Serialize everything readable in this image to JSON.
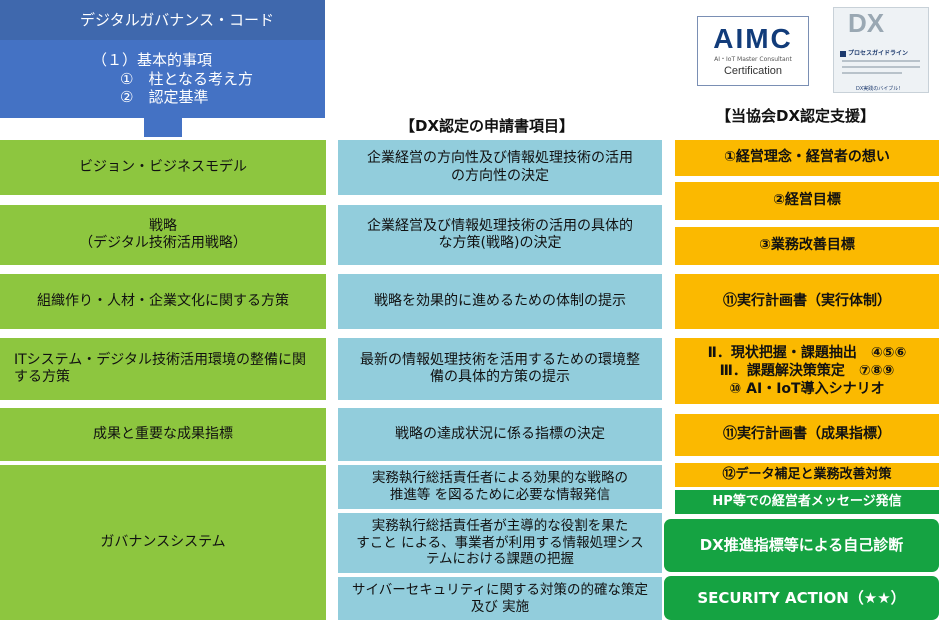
{
  "code_title": "デジタルガバナンス・コード",
  "basic": {
    "line1": "（１）基本的事項",
    "line2": "①　柱となる考え方",
    "line3": "②　認定基準"
  },
  "headers": {
    "application": "【DX認定の申請書項目】",
    "support": "【当協会DX認定支援】"
  },
  "logo": {
    "aimc_text": "AIMC",
    "aimc_sub": "AI・IoT Master Consultant",
    "aimc_cert": "Certification",
    "book_title": "DX",
    "book_sub": "プロセスガイドライン",
    "book_foot": "DX実践のバイブル!"
  },
  "left_items": [
    {
      "lines": [
        "ビジョン・ビジネスモデル"
      ]
    },
    {
      "lines": [
        "戦略",
        "（デジタル技術活用戦略）"
      ]
    },
    {
      "lines": [
        "組織作り・人材・企業文化に関する方策"
      ]
    },
    {
      "lines": [
        "ITシステム・デジタル技術活用環境の整備に関",
        "する方策"
      ]
    },
    {
      "lines": [
        "成果と重要な成果指標"
      ]
    },
    {
      "lines": [
        "ガバナンスシステム"
      ]
    }
  ],
  "middle_items": [
    {
      "lines": [
        "企業経営の方向性及び情報処理技術の活用",
        "の方向性の決定"
      ]
    },
    {
      "lines": [
        "企業経営及び情報処理技術の活用の具体的",
        "な方策(戦略)の決定"
      ]
    },
    {
      "lines": [
        "戦略を効果的に進めるための体制の提示"
      ]
    },
    {
      "lines": [
        "最新の情報処理技術を活用するための環境整",
        "備の具体的方策の提示"
      ]
    },
    {
      "lines": [
        "戦略の達成状況に係る指標の決定"
      ]
    },
    {
      "lines": [
        "実務執行総括責任者による効果的な戦略の",
        "推進等 を図るために必要な情報発信"
      ]
    },
    {
      "lines": [
        "実務執行総括責任者が主導的な役割を果た",
        "すこと による、事業者が利用する情報処理シス",
        "テムにおける課題の把握"
      ]
    },
    {
      "lines": [
        "サイバーセキュリティに関する対策の的確な策定",
        "及び 実施"
      ]
    }
  ],
  "right_items": [
    {
      "lines": [
        "①経営理念・経営者の想い"
      ]
    },
    {
      "lines": [
        "②経営目標"
      ]
    },
    {
      "lines": [
        "③業務改善目標"
      ]
    },
    {
      "lines": [
        "⑪実行計画書（実行体制）"
      ]
    },
    {
      "lines": [
        "Ⅱ．現状把握・課題抽出　④⑤⑥",
        "Ⅲ．課題解決策策定　⑦⑧⑨",
        "⑩ AI・IoT導入シナリオ"
      ]
    },
    {
      "lines": [
        "⑪実行計画書（成果指標）"
      ]
    },
    {
      "lines": [
        "⑫データ補足と業務改善対策"
      ]
    },
    {
      "lines": [
        "HP等での経営者メッセージ発信"
      ]
    },
    {
      "lines": [
        "DX推進指標等による自己診断"
      ]
    },
    {
      "lines": [
        "SECURITY ACTION（★★）"
      ]
    }
  ],
  "colors": {
    "navy": "#3f68ad",
    "blue_navy": "#4472c4",
    "green": "#8dc63f",
    "light_blue": "#92cddc",
    "orange": "#fbb900",
    "dark_green": "#15a342"
  }
}
